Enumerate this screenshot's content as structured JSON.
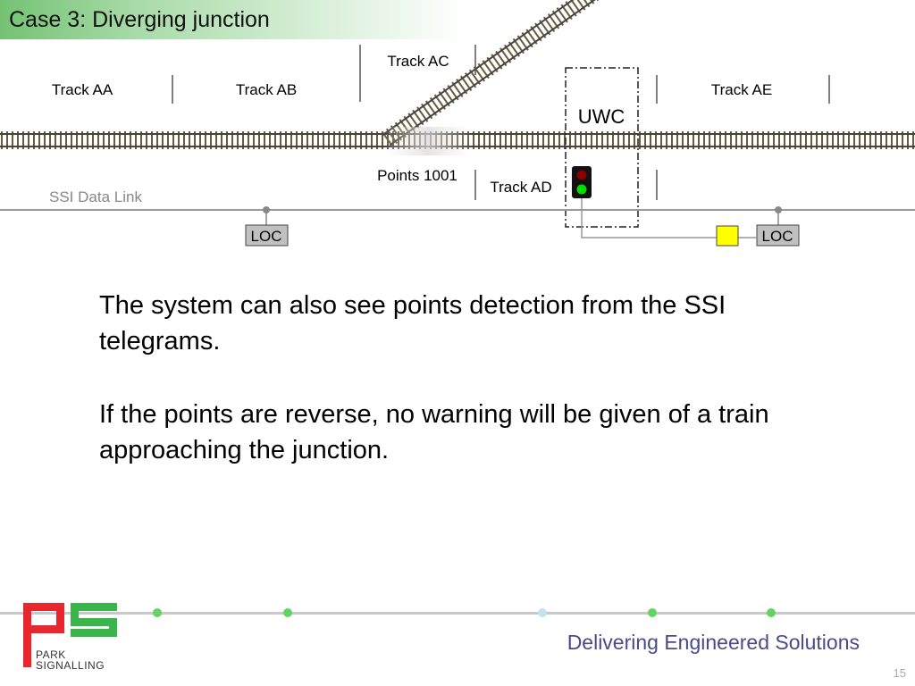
{
  "title": "Case 3: Diverging junction",
  "diagram": {
    "tracks": {
      "aa": "Track AA",
      "ab": "Track AB",
      "ac": "Track AC",
      "ad": "Track AD",
      "ae": "Track AE"
    },
    "uwc": "UWC",
    "points": "Points 1001",
    "data_link": "SSI Data Link",
    "loc_left": "LOC",
    "loc_right": "LOC"
  },
  "body": {
    "paragraph1": "The system can also see points detection from the SSI telegrams.",
    "paragraph2": "If the points are reverse, no warning will be given of a train approaching the junction."
  },
  "footer": {
    "tagline": "Delivering Engineered Solutions",
    "page": "15",
    "logo_line1": "PARK",
    "logo_line2": "SIGNALLING"
  },
  "colors": {
    "accent_green": "#5fd65f",
    "title_green": "#74c274",
    "brand_red": "#e8262d",
    "brand_green": "#39b54a",
    "tagline": "#4a4a8a",
    "signal_red": "#8b0000",
    "signal_green": "#00dd00",
    "warning_box": "#ffff00"
  },
  "icons": [
    "signal-icon",
    "loc-box",
    "park-signalling-logo"
  ]
}
